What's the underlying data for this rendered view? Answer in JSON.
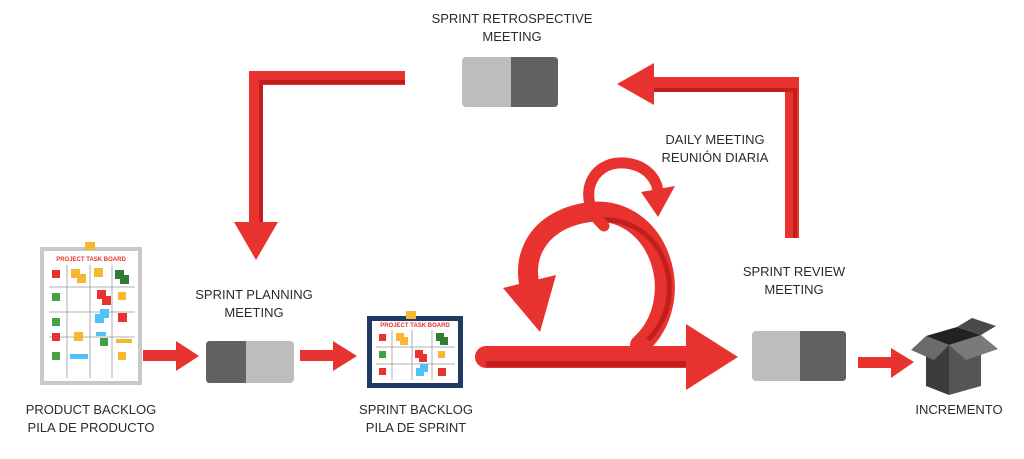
{
  "stages": {
    "product_backlog": {
      "line1": "PRODUCT BACKLOG",
      "line2": "PILA DE PRODUCTO"
    },
    "sprint_planning": {
      "line1": "SPRINT PLANNING",
      "line2": "MEETING"
    },
    "sprint_backlog": {
      "line1": "SPRINT BACKLOG",
      "line2": "PILA DE SPRINT"
    },
    "daily_meeting": {
      "line1": "DAILY MEETING",
      "line2": "REUNIÓN DIARIA"
    },
    "sprint_review": {
      "line1": "SPRINT REVIEW",
      "line2": "MEETING"
    },
    "sprint_retrospective": {
      "line1": "SPRINT RETROSPECTIVE",
      "line2": "MEETING"
    },
    "increment": {
      "line1": "INCREMENTO"
    }
  },
  "boards": {
    "product_board_title": "PROJECT TASK BOARD",
    "sprint_board_title": "PROJECT TASK BOARD"
  },
  "colors": {
    "arrow": "#e8322f",
    "arrow_dark": "#c21f1c",
    "meeting_dark": "#616161",
    "meeting_light": "#bdbdbd",
    "box": "#3c3c3c"
  },
  "icons": [
    "task-board-icon",
    "meeting-icon",
    "box-icon",
    "cycle-arrow-icon"
  ]
}
